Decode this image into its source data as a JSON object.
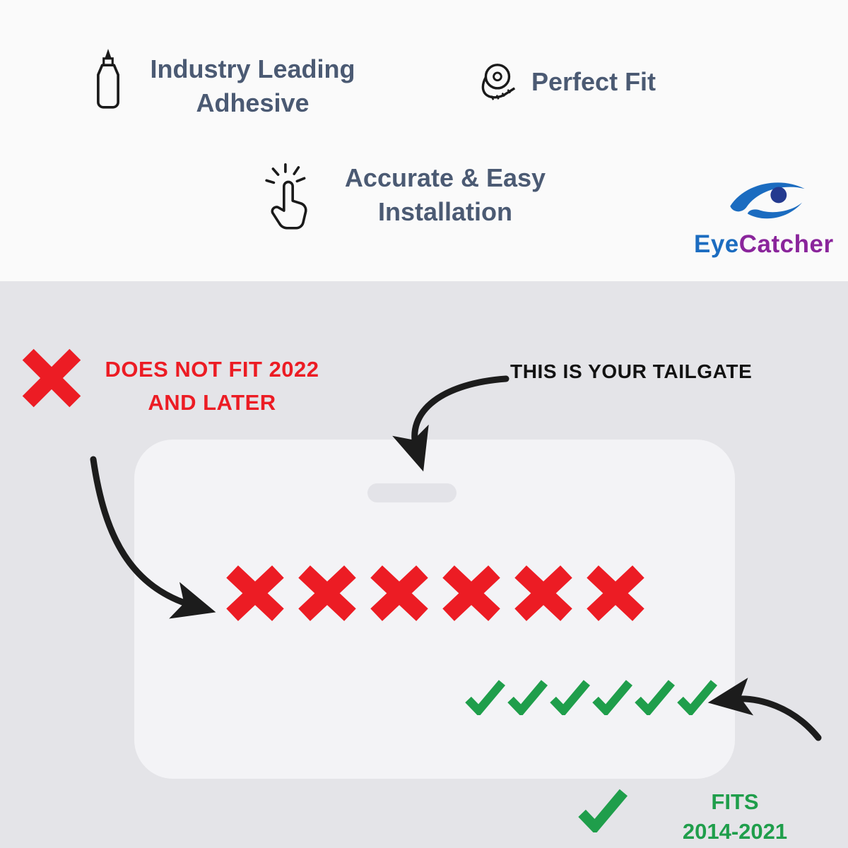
{
  "colors": {
    "top_bg": "#fafafa",
    "bottom_bg": "#e4e4e8",
    "tailgate_fill": "#f3f3f6",
    "handle_fill": "#e3e3e8",
    "heading_text": "#4b5a73",
    "red": "#ec1c24",
    "green": "#1f9e4b",
    "ink": "#1c1c1c",
    "logo_blue": "#1b6cc0",
    "logo_dark": "#243a8f",
    "logo_purple": "#8a259b"
  },
  "features": {
    "adhesive": {
      "icon": "glue-bottle-icon",
      "line1": "Industry Leading",
      "line2": "Adhesive"
    },
    "perfect_fit": {
      "icon": "measuring-tape-icon",
      "label": "Perfect Fit"
    },
    "installation": {
      "icon": "tap-click-icon",
      "line1": "Accurate & Easy",
      "line2": "Installation"
    }
  },
  "logo": {
    "primary": "Eye",
    "secondary": "Catcher"
  },
  "warning": {
    "line1": "DOES NOT FIT 2022",
    "line2": "AND LATER"
  },
  "annotation": {
    "tailgate": "THIS IS YOUR TAILGATE"
  },
  "fits": {
    "line1": "FITS",
    "line2": "2014-2021"
  },
  "marks": {
    "x_count": 6,
    "check_count": 6
  }
}
